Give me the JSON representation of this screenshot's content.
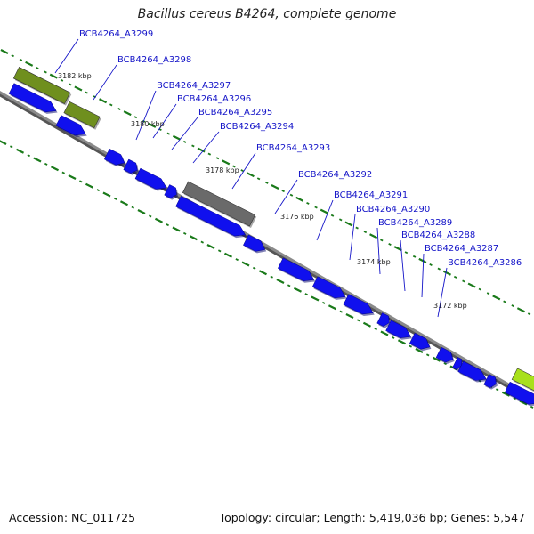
{
  "title": "Bacillus cereus B4264, complete genome",
  "footer": {
    "accession": "Accession: NC_011725",
    "summary": "Topology: circular; Length: 5,419,036 bp; Genes: 5,547"
  },
  "colors": {
    "cds": "#1010ee",
    "highlight_olive": "#6f8f1e",
    "highlight_gray": "#6a6a6a",
    "highlight_lime": "#a8e01c",
    "backbone": "#8a8a8a",
    "tick": "#1a7a1a",
    "label": "#1414c8"
  },
  "kbp_labels": [
    "3182 kbp",
    "3180 kbp",
    "3178 kbp",
    "3176 kbp",
    "3174 kbp",
    "3172 kbp"
  ],
  "gene_labels": [
    "BCB4264_A3299",
    "BCB4264_A3298",
    "BCB4264_A3297",
    "BCB4264_A3296",
    "BCB4264_A3295",
    "BCB4264_A3294",
    "BCB4264_A3293",
    "BCB4264_A3292",
    "BCB4264_A3291",
    "BCB4264_A3290",
    "BCB4264_A3289",
    "BCB4264_A3288",
    "BCB4264_A3287",
    "BCB4264_A3286"
  ]
}
